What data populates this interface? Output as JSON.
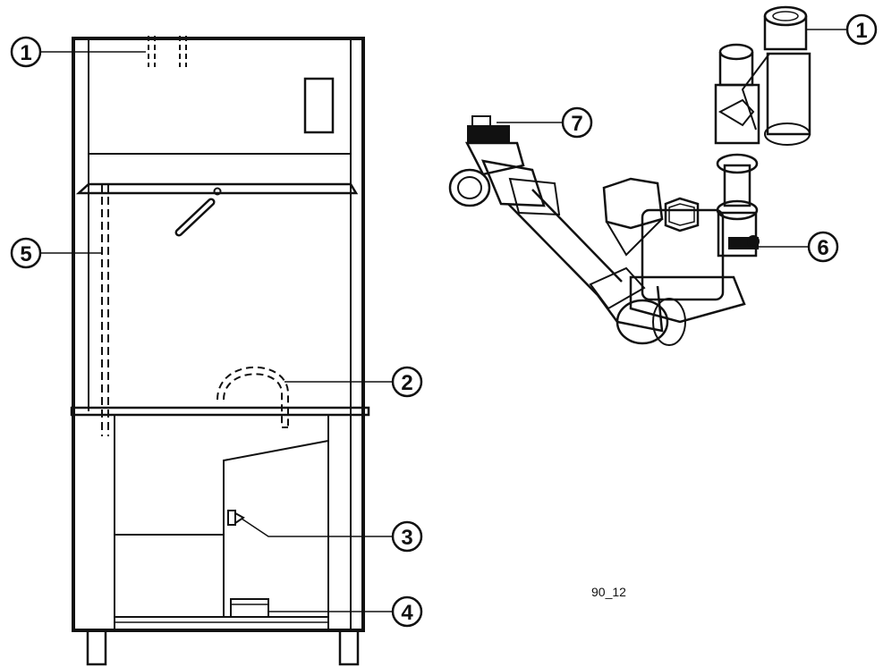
{
  "callouts": {
    "c1a": "1",
    "c5": "5",
    "c2": "2",
    "c3": "3",
    "c4": "4",
    "c1b": "1",
    "c7": "7",
    "c6": "6"
  },
  "figure_id": "90_12",
  "colors": {
    "ink": "#111111",
    "paper": "#ffffff"
  }
}
